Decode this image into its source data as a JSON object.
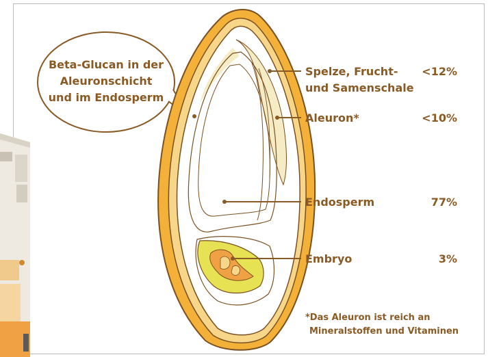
{
  "callout": {
    "line1": "Beta-Glucan in der",
    "line2": "Aleuronschicht",
    "line3": "und im Endosperm"
  },
  "labels": [
    {
      "name_line1": "Spelze, Frucht-",
      "name_line2": "und Samenschale",
      "value": "<12%"
    },
    {
      "name_line1": "Aleuron*",
      "value": "<10%"
    },
    {
      "name_line1": "Endosperm",
      "value": "77%"
    },
    {
      "name_line1": "Embryo",
      "value": "3%"
    }
  ],
  "footnote": {
    "line1": "*Das Aleuron ist reich an",
    "line2": "Mineralstoffen und Vitaminen"
  },
  "colors": {
    "text": "#8a5a24",
    "husk": "#f3b13a",
    "outline": "#7a5020",
    "embryo": "#e7e154",
    "aleuron": "#f5ecc6"
  }
}
